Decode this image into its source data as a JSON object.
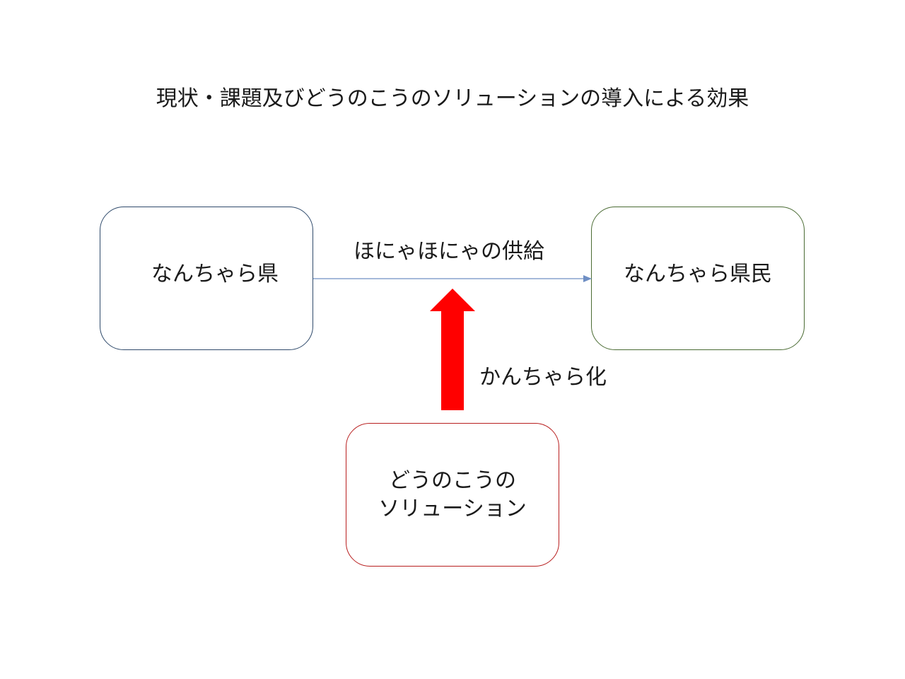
{
  "title": "現状・課題及びどうのこうのソリューションの導入による効果",
  "nodes": {
    "prefecture": {
      "label": "なんちゃら県"
    },
    "residents": {
      "label": "なんちゃら県民"
    },
    "solution": {
      "label_line1": "どうのこうの",
      "label_line2": "ソリューション"
    }
  },
  "edges": {
    "supply": {
      "label": "ほにゃほにゃの供給"
    },
    "improvement": {
      "label": "かんちゃら化"
    }
  },
  "colors": {
    "prefecture_border": "#2f4a6b",
    "residents_border": "#4a6b33",
    "solution_border": "#b81f1f",
    "supply_arrow": "#6f8fc4",
    "improvement_arrow": "#ff0000"
  }
}
